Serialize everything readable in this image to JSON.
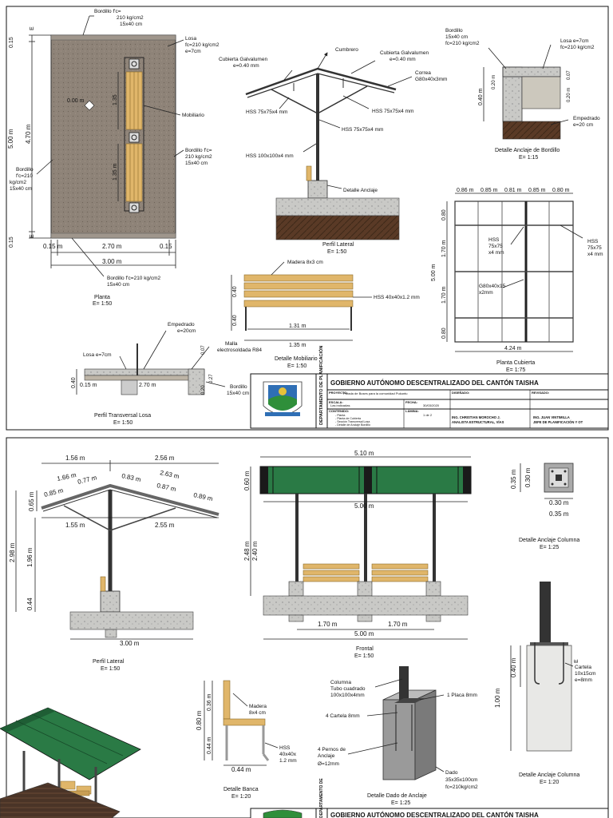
{
  "sheet1": {
    "planta": {
      "label_bordillo_top": [
        "Bordillo f'c=",
        "210 kg/cm2",
        "15x40 cm"
      ],
      "label_losa": [
        "Losa",
        "fc=210 kg/cm2",
        "e=7cm"
      ],
      "label_mobiliario": "Mobiliario",
      "label_bordillo_right": [
        "Bordillo f'c=",
        "210 kg/cm2",
        "15x40 cm"
      ],
      "label_bordillo_left": [
        "Bordillo",
        "f'c=210",
        "kg/cm2",
        "15x40 cm"
      ],
      "label_bordillo_bottom": [
        "Bordillo f'c=210 kg/cm2",
        "15x40 cm"
      ],
      "level": "0.00 m",
      "dim_135_a": "1.35",
      "dim_135_b": "1.35 m",
      "dim_500": "5.00 m",
      "dim_470": "4.70 m",
      "dim_015_top": "0.15",
      "dim_015_bottom": "0.15",
      "dim_015_left": "0.15 m",
      "dim_270": "2.70 m",
      "dim_015_right": "0.15",
      "dim_300": "3.00 m",
      "title": "Planta",
      "scale": "E= 1:50",
      "unit_e_top": "E",
      "unit_e_bottom": "E"
    },
    "perfil_lateral": {
      "cumbrero": "Cumbrero",
      "cubierta_left": [
        "Cubierta Galvalumen",
        "e=0.40 mm"
      ],
      "cubierta_right": [
        "Cubierta Galvalumen",
        "e=0.40 mm"
      ],
      "correa": [
        "Correa",
        "G80x40x3mm"
      ],
      "hss_left": "HSS 75x75x4 mm",
      "hss_right": "HSS 75x75x4 mm",
      "hss_mid": "HSS 75x75x4 mm",
      "hss_col": "HSS 100x100x4 mm",
      "anclaje": "Detalle Anclaje",
      "title": "Perfil Lateral",
      "scale": "E= 1:50"
    },
    "detalle_bordillo": {
      "bordillo": [
        "Bordillo",
        "15x40 cm",
        "fc=210 kg/cm2"
      ],
      "losa": [
        "Losa e=7cm",
        "fc=210 kg/cm2"
      ],
      "empedrado": [
        "Empedrado",
        "e=20 cm"
      ],
      "dim_040": "0.40 m",
      "dim_020a": "0.20 m",
      "dim_020b": "0.20 m",
      "dim_007": "0.07",
      "title": "Detalle Anclaje de Bordillo",
      "scale": "E= 1:15"
    },
    "mobiliario": {
      "madera": "Madera 8x3 cm",
      "hss": "HSS 40x40x1.2 mm",
      "dim_040a": "0.40",
      "dim_040b": "0.40",
      "dim_131": "1.31 m",
      "dim_135": "1.35 m",
      "title": "Detalle Mobiliario",
      "scale": "E= 1:50"
    },
    "planta_cubierta": {
      "dims_top": [
        "0.86 m",
        "0.85 m",
        "0.81 m",
        "0.85 m",
        "0.80 m"
      ],
      "dims_left": [
        "0.80",
        "1.70 m",
        "1.70 m",
        "0.80"
      ],
      "dim_500": "5.00 m",
      "dim_424": "4.24 m",
      "hss_a": [
        "HSS",
        "75x75",
        "x4 mm"
      ],
      "hss_b": [
        "HSS",
        "75x75",
        "x4 mm"
      ],
      "g80": [
        "G80x40x15",
        "x2mm"
      ],
      "title": "Planta Cubierta",
      "scale": "E= 1:75"
    },
    "perfil_transversal": {
      "empedrado": [
        "Empedrado",
        "e=20cm"
      ],
      "losa": "Losa e=7cm",
      "malla": [
        "Malla",
        "electrosoldada R84"
      ],
      "bordillo": [
        "Bordillo",
        "15x40 cm"
      ],
      "dim_040": "0.40",
      "dim_015": "0.15 m",
      "dim_270": "2.70 m",
      "dim_007": "0.07",
      "dim_027": "0.27",
      "dim_020": "0.20",
      "title": "Perfil Transversal Losa",
      "scale": "E= 1:50"
    },
    "titleblock": {
      "vertical": "DEPARTAMENTO DE PLANIFICACIÓN",
      "header": "GOBIERNO AUTÓNOMO DESCENTRALIZADO DEL CANTÓN TAISHA",
      "proyecto_label": "PROYECTO:",
      "proyecto_value": "Parada de Buses para la comunidad Pukuntu",
      "escala_label": "ESCALA:",
      "fecha_label": "FECHA:",
      "fecha_value": "30/03/2020",
      "lamina_label": "LÁMINA:",
      "lamina_value": "1 de 2",
      "escala_value": "Las indicadas",
      "contenido_label": "CONTENIDO:",
      "contenido_items": [
        "- Planta",
        "- Planta de Cubierta",
        "- Sección Transversal Losa",
        "- Detalle de Anclaje Bordillo"
      ],
      "disenado_label": "DISEÑADO:",
      "revisado_label": "REVISADO:",
      "ing1": "ING. CHRISTIAN MOROCHO J.",
      "ing1_role": "ANALISTA ESTRUCTURAL, VÍAS",
      "ing2": "ING. JUAN VINTIMILLA",
      "ing2_role": "JEFE DE PLANIFICACIÓN Y OT"
    }
  },
  "sheet2": {
    "perfil_lateral": {
      "dim_156": "1.56 m",
      "dim_256": "2.56 m",
      "dim_166": "1.66 m",
      "dim_077": "0.77 m",
      "dim_085": "0.85 m",
      "dim_263": "2.63 m",
      "dim_083": "0.83 m",
      "dim_087": "0.87 m",
      "dim_089": "0.89 m",
      "dim_065": "0.65 m",
      "dim_155": "1.55 m",
      "dim_255": "2.55 m",
      "dim_298": "2.98 m",
      "dim_196": "1.96 m",
      "dim_044": "0.44",
      "dim_300": "3.00 m",
      "title": "Perfil Lateral",
      "scale": "E= 1:50"
    },
    "frontal": {
      "dim_510": "5.10 m",
      "dim_500": "5.00 m",
      "dim_060": "0.60 m",
      "dim_248": "2.48 m",
      "dim_240": "2.40 m",
      "dim_170a": "1.70 m",
      "dim_170b": "1.70 m",
      "dim_500b": "5.00 m",
      "title": "Frontal",
      "scale": "E= 1:50"
    },
    "detalle_columna_top": {
      "dim_035": "0.35 m",
      "dim_030": "0.30 m",
      "dim_030b": "0.30 m",
      "dim_035b": "0.35 m",
      "title": "Detalle Anclaje Columna",
      "scale": "E= 1:25"
    },
    "detalle_columna_side": {
      "dim_100": "1.00 m",
      "dim_040": "0.40 m",
      "cartela": [
        "Cartela",
        "10x15cm",
        "e=8mm"
      ],
      "unit_e": "E",
      "title": "Detalle Anclaje Columna",
      "scale": "E= 1:20"
    },
    "banca": {
      "madera": [
        "Madera",
        "8x4 cm"
      ],
      "hss": [
        "HSS",
        "40x40x",
        "1.2 mm"
      ],
      "dim_080": "0.80 m",
      "dim_036": "0.36 m",
      "dim_044": "0.44 m",
      "dim_044b": "0.44 m",
      "title": "Detalle Banca",
      "scale": "E= 1:20"
    },
    "dado": {
      "columna": [
        "Columna",
        "Tubo cuadrado",
        "100x100x4mm"
      ],
      "placa": "1 Placa 8mm",
      "cartela": "4 Cartela 8mm",
      "pernos": [
        "4 Pernos de",
        "Anclaje",
        "Ø=12mm"
      ],
      "dado": [
        "Dado",
        "35x35x100cm",
        "fc=210kg/cm2"
      ],
      "title": "Detalle Dado de Anclaje",
      "scale": "E= 1:25"
    },
    "titleblock": {
      "vertical": "DEPARTAMENTO DE",
      "header": "GOBIERNO AUTÓNOMO DESCENTRALIZADO DEL CANTÓN TAISHA"
    }
  },
  "colors": {
    "concrete": "#8d8275",
    "wood": "#e0b66a",
    "roof_green": "#2a7a45",
    "soil": "#5a3a26"
  }
}
